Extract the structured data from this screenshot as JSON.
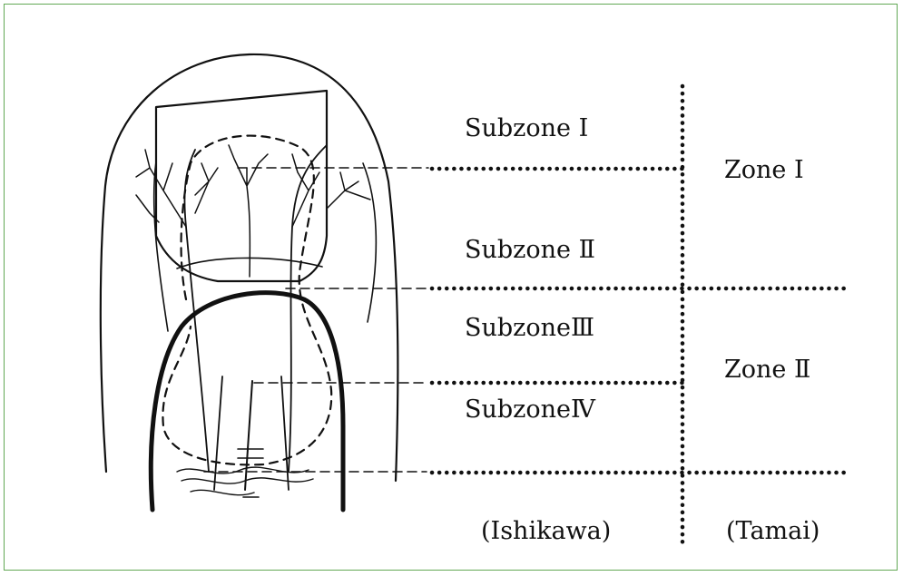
{
  "diagram": {
    "subzones": [
      {
        "label": "Subzone Ⅰ"
      },
      {
        "label": "Subzone Ⅱ"
      },
      {
        "label": "SubzoneⅢ"
      },
      {
        "label": "SubzoneⅣ"
      }
    ],
    "zones": [
      {
        "label": "Zone Ⅰ"
      },
      {
        "label": "Zone Ⅱ"
      }
    ],
    "footer": {
      "left": "(Ishikawa)",
      "right": "(Tamai)"
    }
  },
  "colors": {
    "ink": "#111111",
    "frame": "#62a855"
  }
}
